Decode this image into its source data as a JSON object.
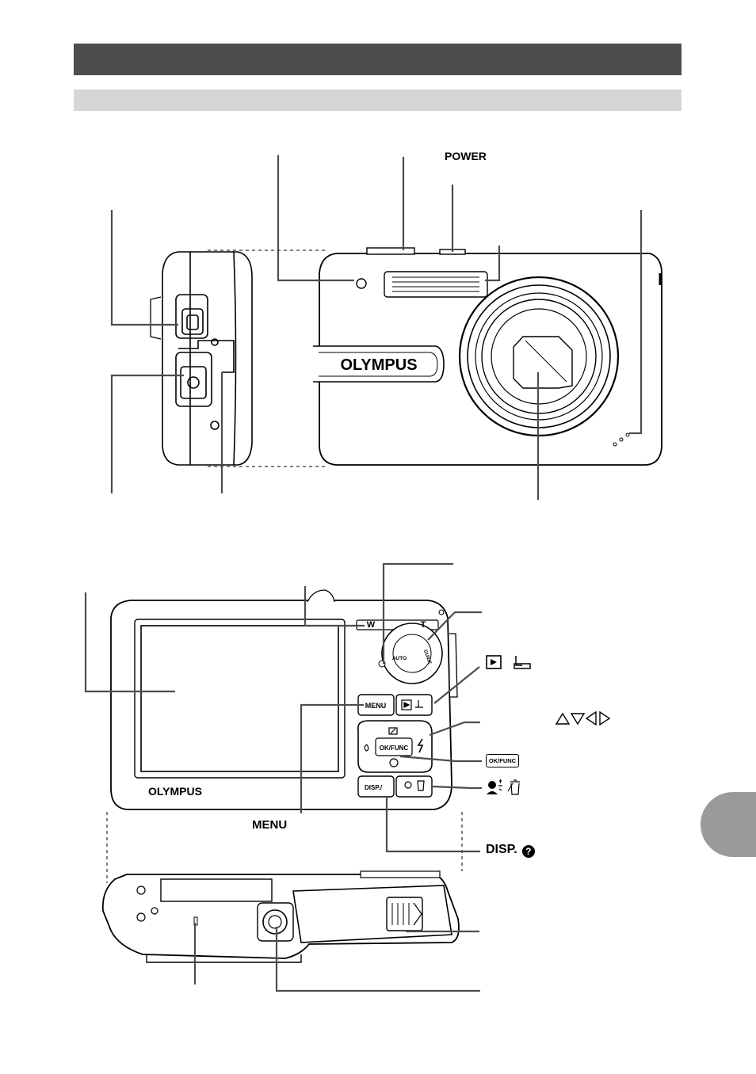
{
  "labels": {
    "power": "POWER",
    "menu": "MENU",
    "disp": "DISP.",
    "help_glyph": "?",
    "ok_func": "OK/FUNC"
  },
  "camera": {
    "brand": "OLYMPUS",
    "zoom_wide": "W",
    "zoom_tele": "T",
    "button_menu": "MENU",
    "button_ok_func": "OK/FUNC",
    "button_disp": "DISP./",
    "mode_auto": "AUTO",
    "mode_guide": "GUIDE"
  },
  "icons": [
    "playback-icon",
    "print-icon",
    "arrow-pad-icon",
    "shadow-adjust-icon",
    "erase-icon",
    "help-icon"
  ]
}
